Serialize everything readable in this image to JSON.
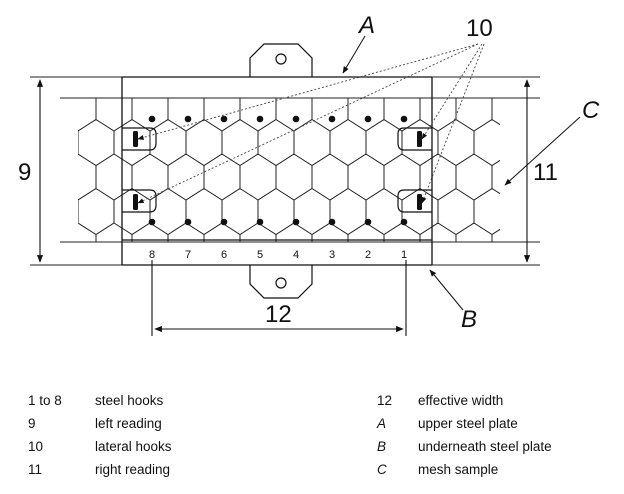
{
  "diagram": {
    "callouts": {
      "upper_plate": "A",
      "underneath_plate": "B",
      "mesh": "C",
      "left_reading": "9",
      "lateral_hooks": "10",
      "right_reading": "11",
      "effective_width": "12"
    },
    "hook_numbers": [
      "8",
      "7",
      "6",
      "5",
      "4",
      "3",
      "2",
      "1"
    ]
  },
  "legend": {
    "left": [
      {
        "key": "1 to 8",
        "text": "steel hooks"
      },
      {
        "key": "9",
        "text": "left reading"
      },
      {
        "key": "10",
        "text": "lateral hooks"
      },
      {
        "key": "11",
        "text": "right reading"
      }
    ],
    "right": [
      {
        "key": "12",
        "text": "effective width"
      },
      {
        "key": "A",
        "text": "upper steel plate"
      },
      {
        "key": "B",
        "text": "underneath steel plate"
      },
      {
        "key": "C",
        "text": "mesh sample"
      }
    ]
  }
}
